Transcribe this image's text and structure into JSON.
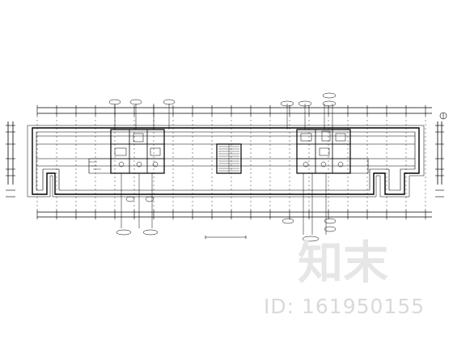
{
  "drawing": {
    "type": "architectural-floor-plan",
    "line_color": "#000000",
    "background": "#ffffff",
    "title_label": "—— 1:100"
  },
  "watermark": {
    "logo_text": "知末",
    "id_text": "ID: 161950155",
    "color": "#d9d9d9"
  }
}
